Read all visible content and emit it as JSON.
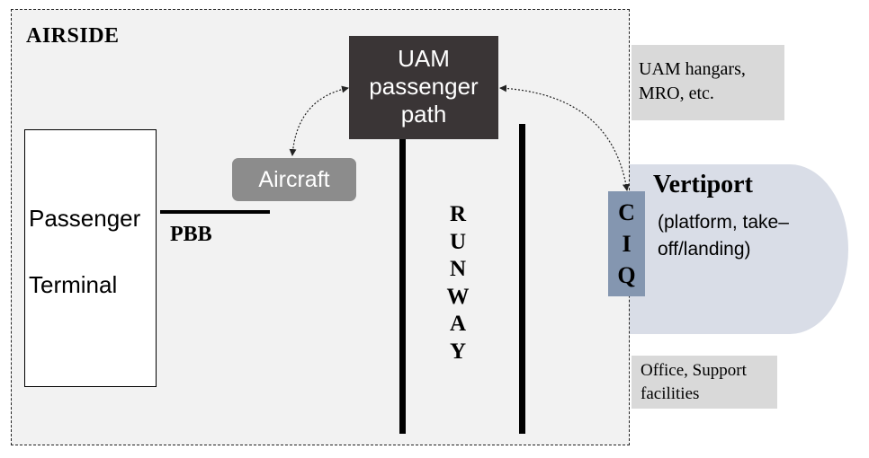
{
  "airside": {
    "label": "AIRSIDE"
  },
  "terminal": {
    "line1": "Passenger",
    "line2": "Terminal"
  },
  "pbb": {
    "label": "PBB"
  },
  "aircraft": {
    "label": "Aircraft"
  },
  "uam_path": {
    "line1": "UAM",
    "line2": "passenger",
    "line3": "path"
  },
  "runway": {
    "letters": [
      "R",
      "U",
      "N",
      "W",
      "A",
      "Y"
    ]
  },
  "hangars": {
    "line1": "UAM hangars,",
    "line2": "MRO, etc."
  },
  "vertiport": {
    "title": "Vertiport",
    "line1": "(platform, take–",
    "line2": "off/landing)"
  },
  "ciq": {
    "letters": [
      "C",
      "I",
      "Q"
    ]
  },
  "office": {
    "line1": "Office, Support",
    "line2": "facilities"
  },
  "colors": {
    "airside_fill": "#f2f2f2",
    "uam_box": "#3a3536",
    "aircraft_box": "#8c8c8c",
    "vertiport_fill": "#d9dde7",
    "ciq_fill": "#8496b0",
    "facility_fill": "#d9d9d9"
  }
}
